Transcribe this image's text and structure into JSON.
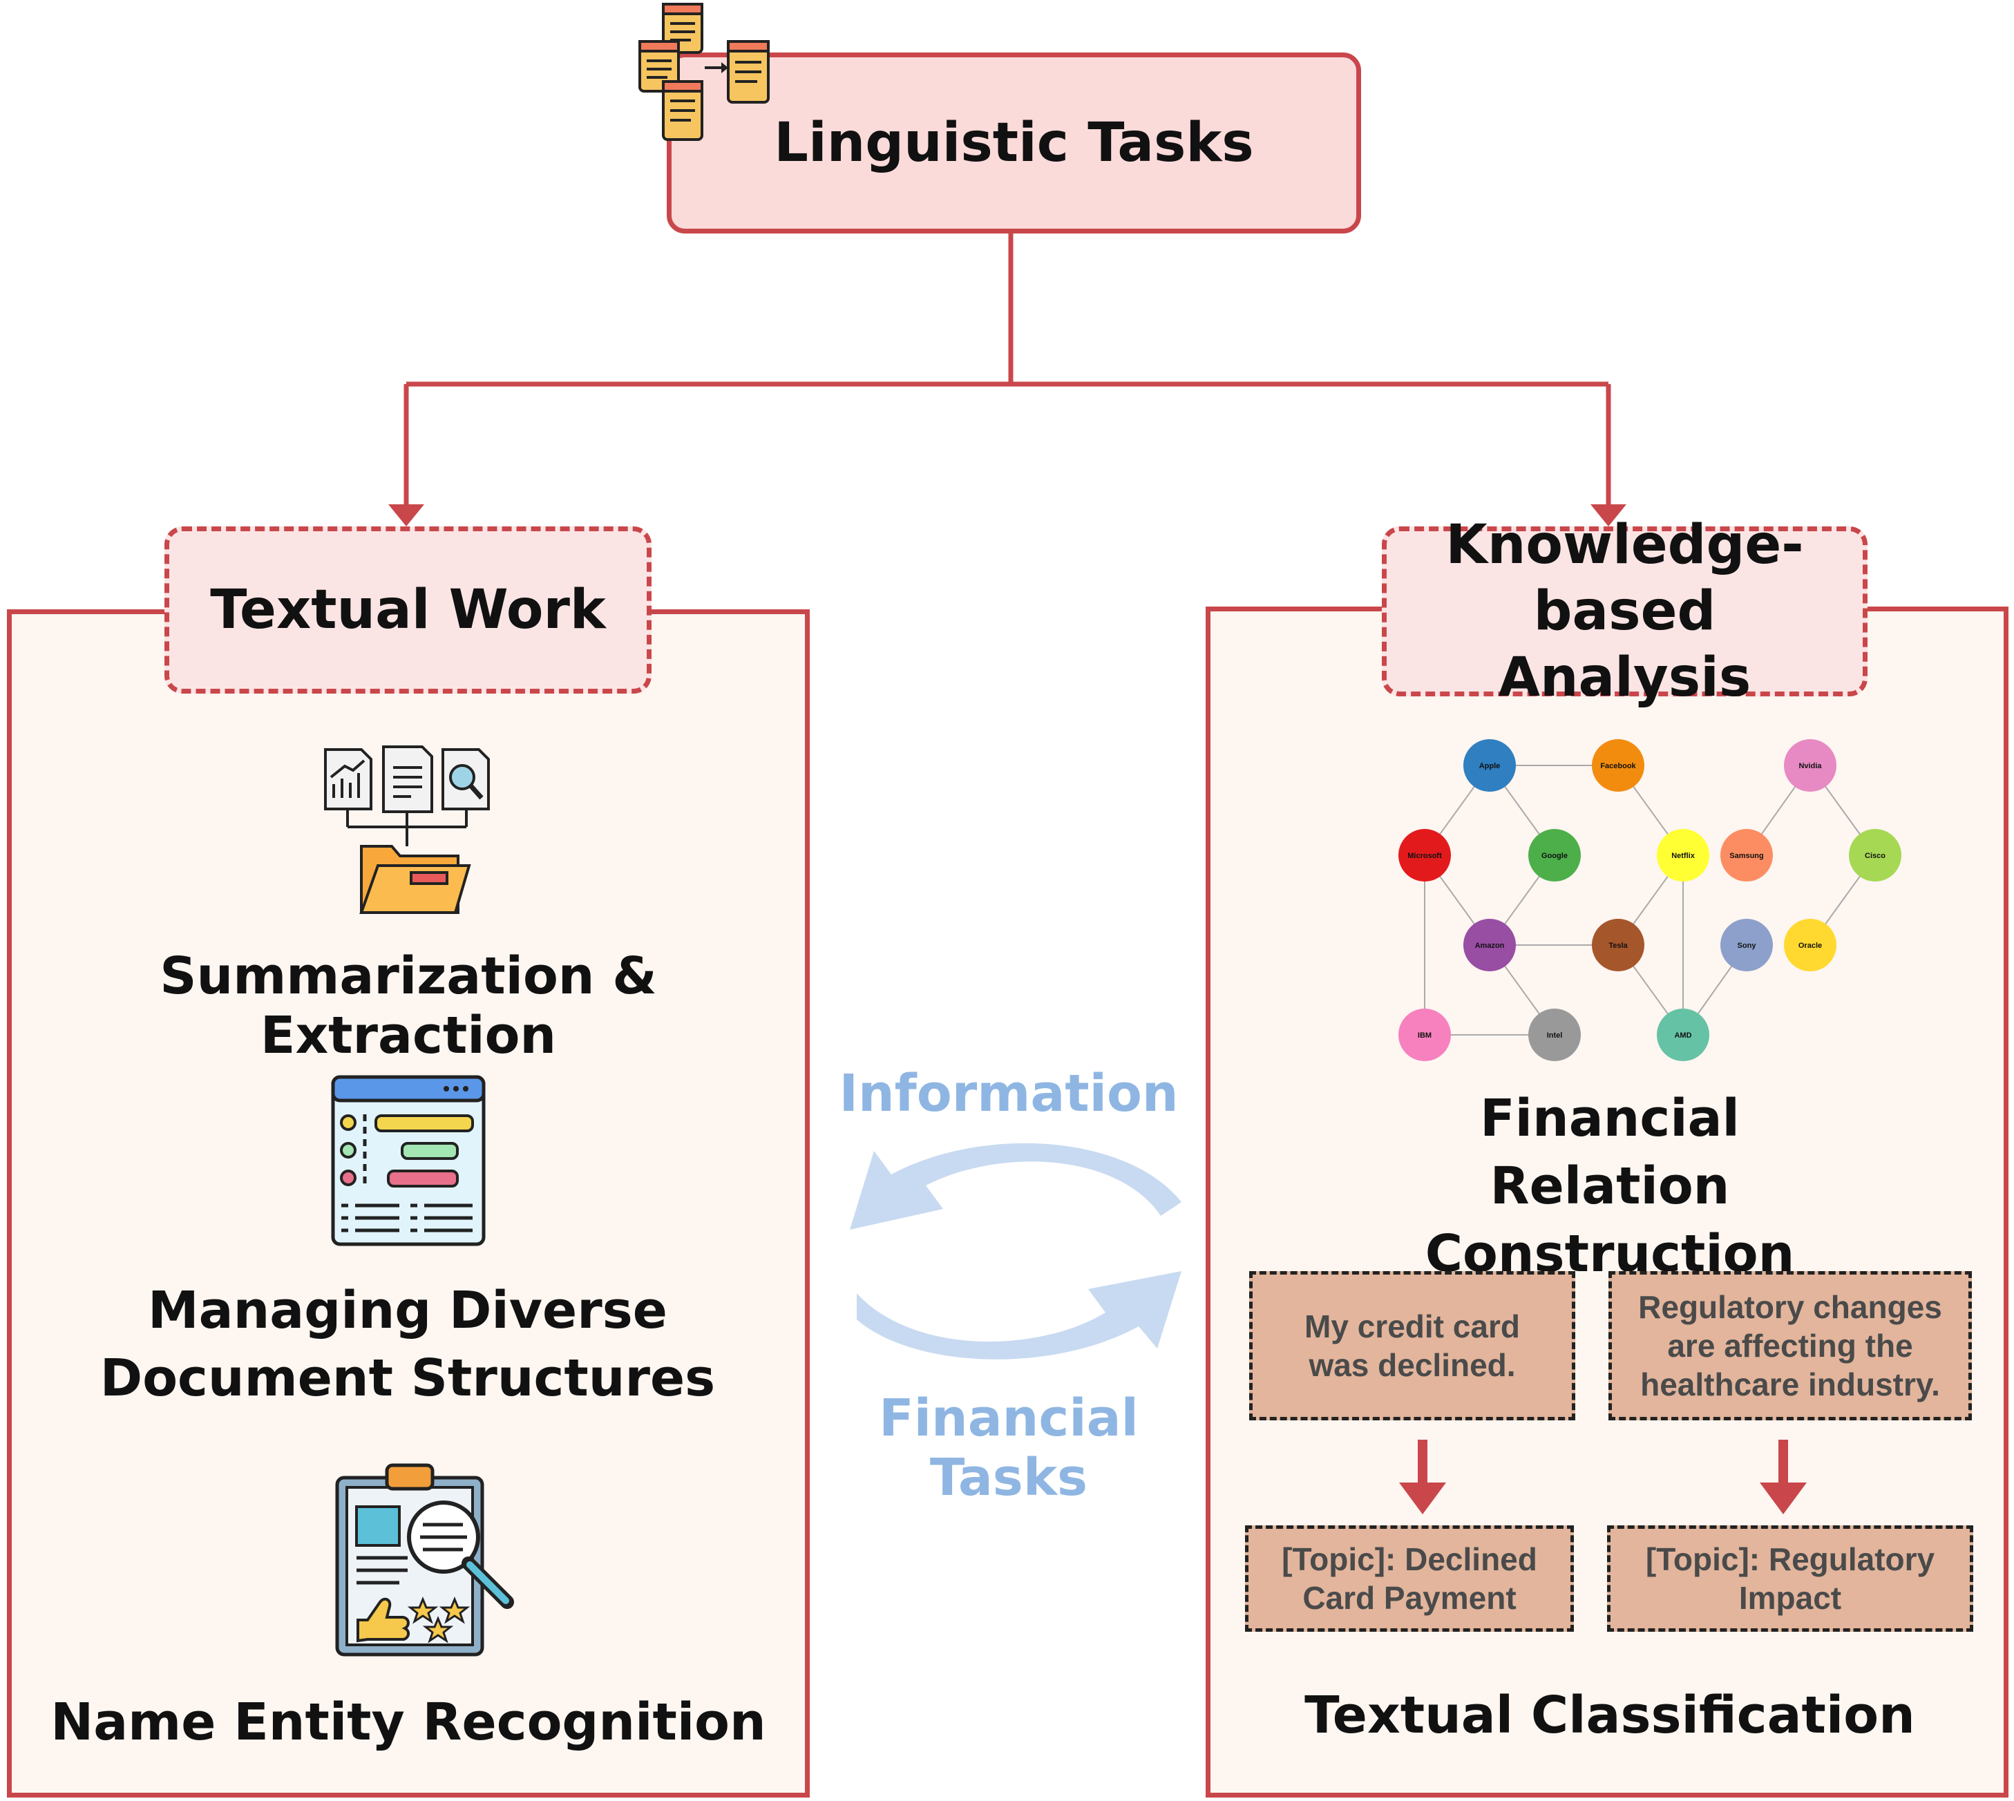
{
  "root": {
    "title": "Linguistic Tasks",
    "icon": "documents-transfer-icon"
  },
  "left": {
    "header": "Textual Work",
    "items": [
      {
        "label": "Summarization & Extraction",
        "icon": "documents-folder-icon"
      },
      {
        "label": "Managing Diverse Document Structures",
        "icon": "web-document-layout-icon"
      },
      {
        "label": "Name Entity Recognition",
        "icon": "clipboard-search-icon"
      }
    ]
  },
  "right": {
    "header": "Knowledge-based Analysis",
    "relation_label": "Financial Relation Construction",
    "graph_nodes": [
      {
        "id": "Apple",
        "color": "#2f7fc1"
      },
      {
        "id": "Facebook",
        "color": "#f28c0f"
      },
      {
        "id": "Nvidia",
        "color": "#e78ac3"
      },
      {
        "id": "Microsoft",
        "color": "#e31a1c"
      },
      {
        "id": "Google",
        "color": "#4daf4a"
      },
      {
        "id": "Netflix",
        "color": "#ffff33"
      },
      {
        "id": "Samsung",
        "color": "#fc8d62"
      },
      {
        "id": "Cisco",
        "color": "#a6d854"
      },
      {
        "id": "Amazon",
        "color": "#984ea3"
      },
      {
        "id": "Tesla",
        "color": "#a6562b"
      },
      {
        "id": "Sony",
        "color": "#8da0cb"
      },
      {
        "id": "Oracle",
        "color": "#ffd92f"
      },
      {
        "id": "IBM",
        "color": "#f781bf"
      },
      {
        "id": "Intel",
        "color": "#999999"
      },
      {
        "id": "AMD",
        "color": "#66c2a5"
      }
    ],
    "graph_edges": [
      [
        "Apple",
        "Facebook"
      ],
      [
        "Apple",
        "Microsoft"
      ],
      [
        "Apple",
        "Google"
      ],
      [
        "Facebook",
        "Netflix"
      ],
      [
        "Microsoft",
        "Amazon"
      ],
      [
        "Microsoft",
        "IBM"
      ],
      [
        "Google",
        "Amazon"
      ],
      [
        "Amazon",
        "Tesla"
      ],
      [
        "Amazon",
        "Intel"
      ],
      [
        "IBM",
        "Intel"
      ],
      [
        "Tesla",
        "Netflix"
      ],
      [
        "Tesla",
        "AMD"
      ],
      [
        "Netflix",
        "AMD"
      ],
      [
        "AMD",
        "Sony"
      ],
      [
        "Samsung",
        "Nvidia"
      ],
      [
        "Nvidia",
        "Cisco"
      ],
      [
        "Cisco",
        "Oracle"
      ]
    ],
    "examples": [
      {
        "text": "My credit card was declined.",
        "topic": "[Topic]: Declined Card Payment"
      },
      {
        "text": "Regulatory changes are affecting the healthcare industry.",
        "topic": "[Topic]: Regulatory Impact"
      }
    ],
    "classification_label": "Textual Classification"
  },
  "flow": {
    "top_label": "Information",
    "bottom_label": "Financial Tasks"
  },
  "colors": {
    "accent": "#c9474b",
    "flow": "#c8daf1",
    "tan": "#e2b59c"
  }
}
